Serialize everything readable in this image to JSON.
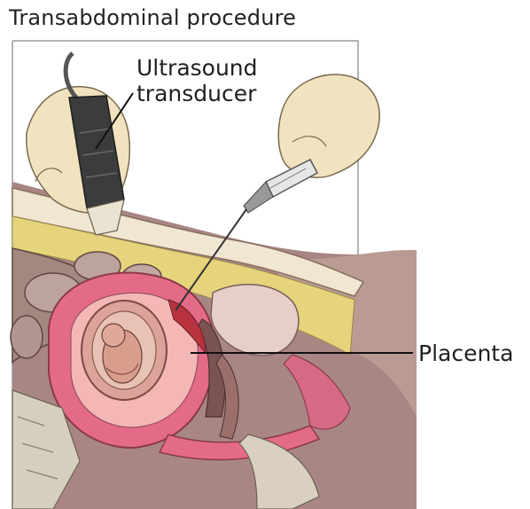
{
  "title": "Transabdominal procedure",
  "labels": {
    "transducer_line1": "Ultrasound",
    "transducer_line2": "transducer",
    "placenta": "Placenta"
  },
  "colors": {
    "skin": "#e7d6b7",
    "fat": "#e7d77a",
    "uterus_wall": "#e36a86",
    "tissue": "#b98f8a",
    "background": "#ffffff"
  }
}
